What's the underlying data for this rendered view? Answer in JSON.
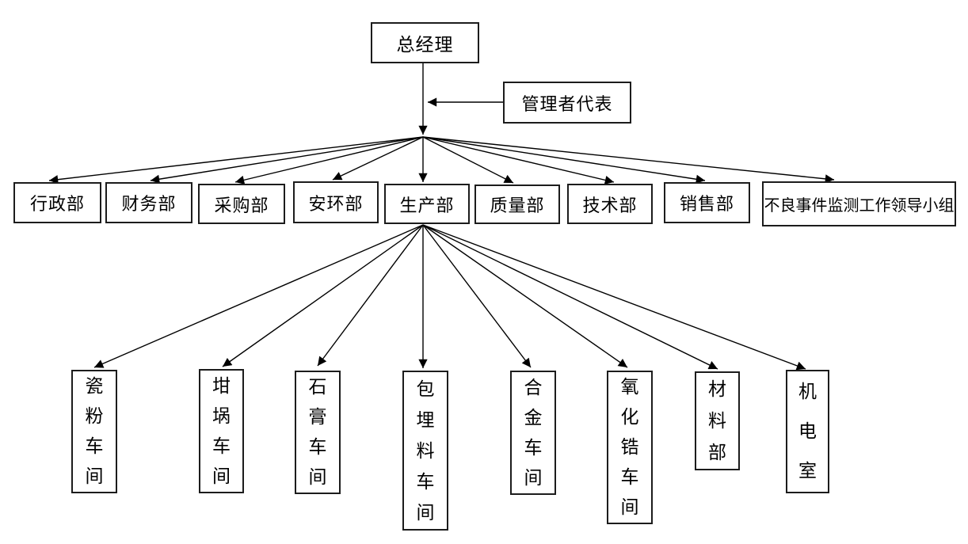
{
  "org_chart": {
    "colors": {
      "background": "#ffffff",
      "line": "#000000",
      "box_border": "#1c1c1c",
      "text": "#000000"
    },
    "general_manager": {
      "label": "总经理"
    },
    "management_representative": {
      "label": "管理者代表"
    },
    "departments": [
      {
        "label": "行政部"
      },
      {
        "label": "财务部"
      },
      {
        "label": "采购部"
      },
      {
        "label": "安环部"
      },
      {
        "label": "生产部"
      },
      {
        "label": "质量部"
      },
      {
        "label": "技术部"
      },
      {
        "label": "销售部"
      },
      {
        "label": "不良事件监测工作领导小组"
      }
    ],
    "production_units": [
      {
        "label": "瓷粉车间"
      },
      {
        "label": "坩埚车间"
      },
      {
        "label": "石膏车间"
      },
      {
        "label": "包埋料车间"
      },
      {
        "label": "合金车间"
      },
      {
        "label": "氧化锆车间"
      },
      {
        "label": "材料部"
      },
      {
        "label": "机电室"
      }
    ]
  }
}
